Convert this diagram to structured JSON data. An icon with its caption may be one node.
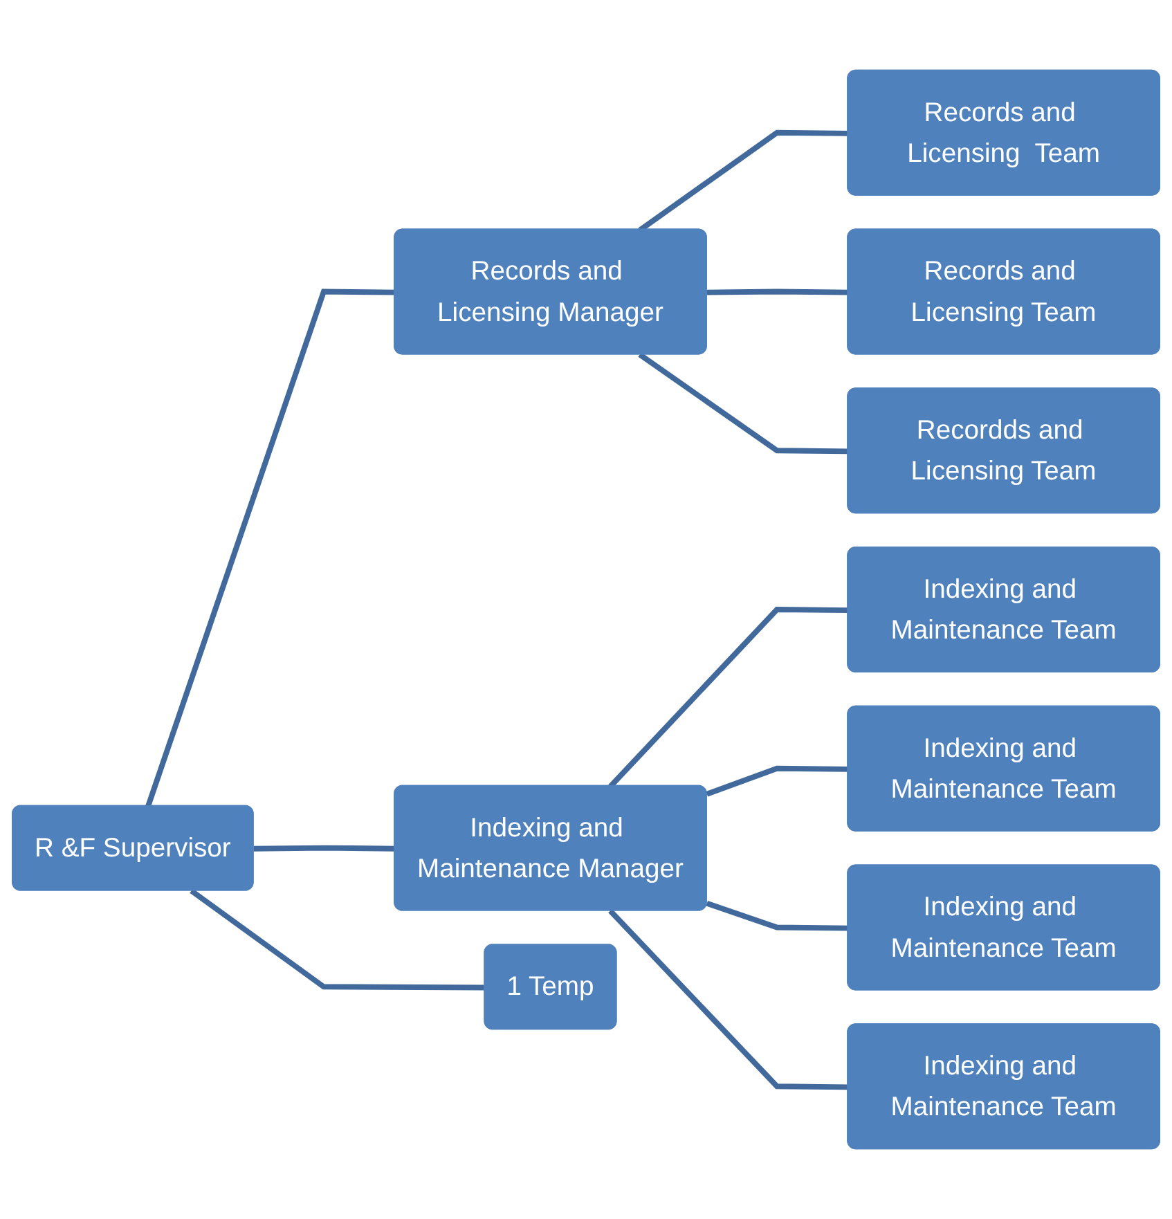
{
  "diagram": {
    "nodes": [
      {
        "text": [
          "R &F Supervisor"
        ]
      },
      {
        "text": [
          "Records and Licensing Manager"
        ]
      },
      {
        "text": [
          "Records and Licensing  Team"
        ]
      },
      {
        "text": [
          "Records and Licensing Team"
        ]
      },
      {
        "text": [
          "Recordds and Licensing Team"
        ]
      },
      {
        "text": [
          "Indexing and Maintenance Manager"
        ]
      },
      {
        "text": [
          "Indexing and Maintenance Team"
        ]
      },
      {
        "text": [
          "Indexing and Maintenance Team"
        ]
      },
      {
        "text": [
          "Indexing and Maintenance Team"
        ]
      },
      {
        "text": [
          "Indexing and Maintenance Team"
        ]
      },
      {
        "text": [
          "1 Temp"
        ]
      }
    ],
    "edges": [
      {
        "from": 0,
        "to": 1,
        "arrow": "none"
      },
      {
        "from": 1,
        "to": 2,
        "arrow": "none"
      },
      {
        "from": 1,
        "to": 3,
        "arrow": "none"
      },
      {
        "from": 1,
        "to": 4,
        "arrow": "none"
      },
      {
        "from": 0,
        "to": 5,
        "arrow": "none"
      },
      {
        "from": 5,
        "to": 6,
        "arrow": "none"
      },
      {
        "from": 5,
        "to": 7,
        "arrow": "none"
      },
      {
        "from": 5,
        "to": 8,
        "arrow": "none"
      },
      {
        "from": 5,
        "to": 9,
        "arrow": "none"
      },
      {
        "from": 0,
        "to": 10,
        "arrow": "none"
      }
    ]
  }
}
